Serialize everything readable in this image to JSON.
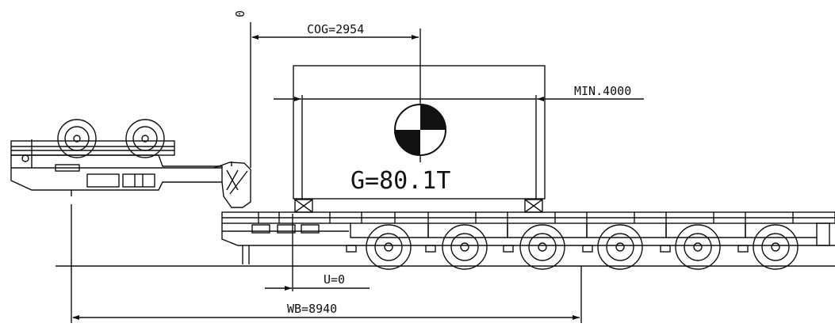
{
  "labels": {
    "zero_top": "0",
    "cog": "COG=2954",
    "min_width": "MIN.4000",
    "weight": "G=80.1T",
    "u": "U=0",
    "wb": "WB=8940"
  },
  "colors": {
    "line": "#111111",
    "paper": "#ffffff"
  }
}
